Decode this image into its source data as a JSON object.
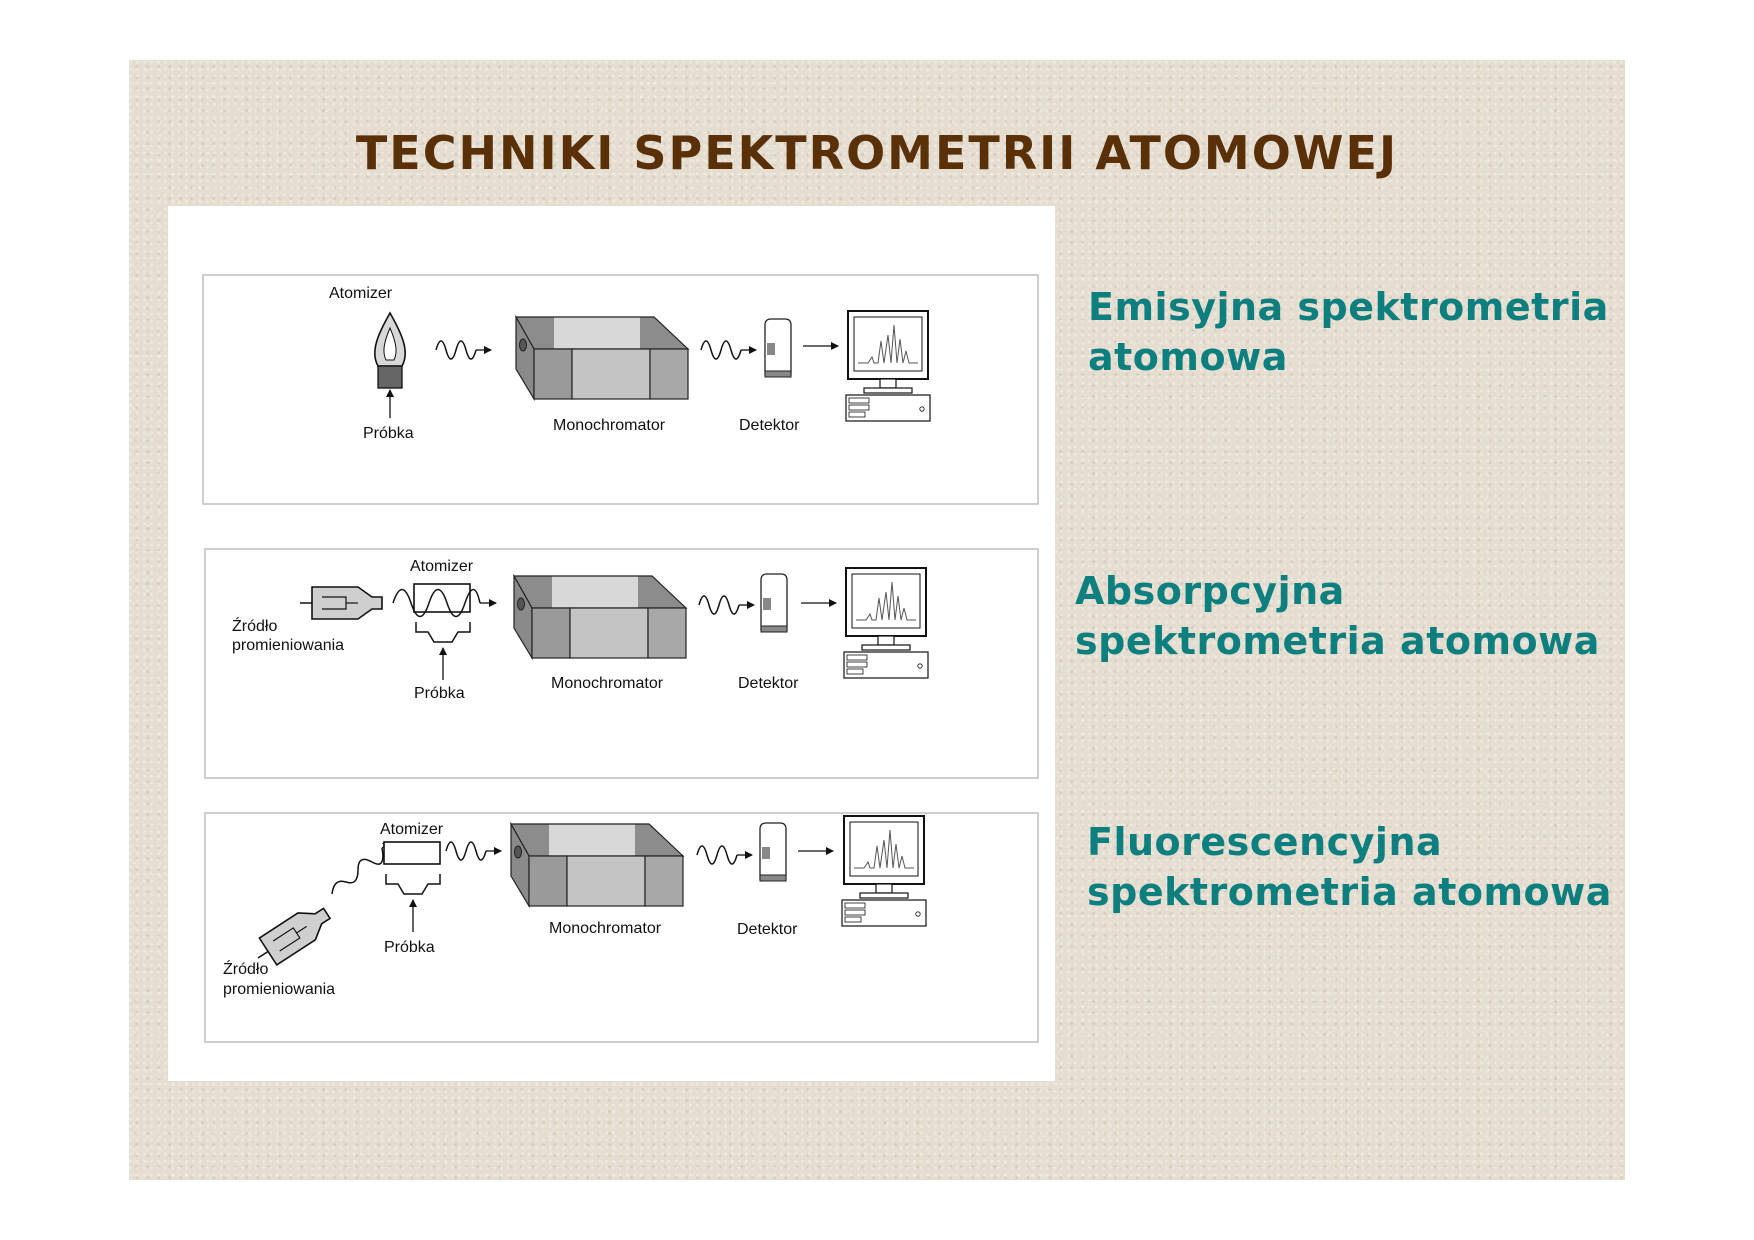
{
  "title": "TECHNIKI SPEKTROMETRII ATOMOWEJ",
  "colors": {
    "title": "#5a3008",
    "captions": "#0e7f7f",
    "background": "#e4ddd0"
  },
  "captions": {
    "emission": [
      "Emisyjna spektrometria",
      "atomowa"
    ],
    "absorption": [
      "Absorpcyjna",
      "spektrometria atomowa"
    ],
    "fluorescence": [
      "Fluorescencyjna",
      "spektrometria atomowa"
    ]
  },
  "diagrams": {
    "emission": {
      "atomizer": "Atomizer",
      "sample": "Próbka",
      "monochromator": "Monochromator",
      "detector": "Detektor"
    },
    "absorption": {
      "atomizer": "Atomizer",
      "source": [
        "Źródło",
        "promieniowania"
      ],
      "sample": "Próbka",
      "monochromator": "Monochromator",
      "detector": "Detektor"
    },
    "fluorescence": {
      "atomizer": "Atomizer",
      "source": [
        "Źródło",
        "promieniowania"
      ],
      "sample": "Próbka",
      "monochromator": "Monochromator",
      "detector": "Detektor"
    }
  }
}
